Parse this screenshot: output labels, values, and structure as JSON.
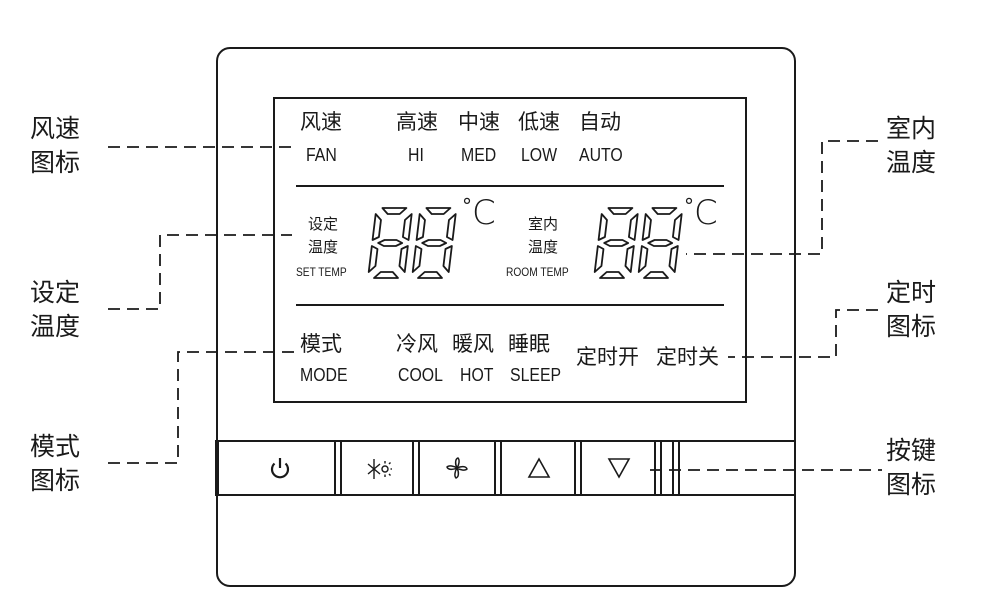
{
  "callouts": {
    "fan_icon": [
      "风速",
      "图标"
    ],
    "set_temp": [
      "设定",
      "温度"
    ],
    "mode_icon": [
      "模式",
      "图标"
    ],
    "room_temp": [
      "室内",
      "温度"
    ],
    "timer_icon": [
      "定时",
      "图标"
    ],
    "button_icon": [
      "按键",
      "图标"
    ]
  },
  "lcd": {
    "fan_cn": "风速",
    "fan_en": "FAN",
    "speeds": [
      {
        "cn": "高速",
        "en": "HI"
      },
      {
        "cn": "中速",
        "en": "MED"
      },
      {
        "cn": "低速",
        "en": "LOW"
      },
      {
        "cn": "自动",
        "en": "AUTO"
      }
    ],
    "set_cn": [
      "设定",
      "温度"
    ],
    "set_en": "SET TEMP",
    "room_cn": [
      "室内",
      "温度"
    ],
    "room_en": "ROOM TEMP",
    "digits": "88",
    "unit": "°C",
    "mode_cn": "模式",
    "mode_en": "MODE",
    "modes": [
      {
        "cn": "冷风",
        "en": "COOL"
      },
      {
        "cn": "暖风",
        "en": "HOT"
      },
      {
        "cn": "睡眠",
        "en": "SLEEP"
      }
    ],
    "timer_on": "定时开",
    "timer_off": "定时关"
  },
  "buttons": [
    {
      "name": "power",
      "icon": "power-icon",
      "glyph": "⏻"
    },
    {
      "name": "mode",
      "icon": "snowflake-sun-icon",
      "glyph": "❄"
    },
    {
      "name": "fan",
      "icon": "fan-icon",
      "glyph": "✤"
    },
    {
      "name": "up",
      "icon": "up-triangle-icon",
      "glyph": "△"
    },
    {
      "name": "down",
      "icon": "down-triangle-icon",
      "glyph": "▽"
    }
  ]
}
